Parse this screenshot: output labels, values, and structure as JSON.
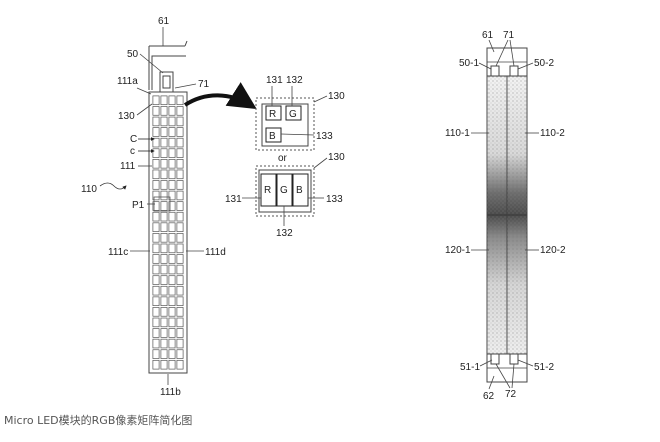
{
  "caption": "Micro LED模块的RGB像素矩阵简化图",
  "left_figure": {
    "grid": {
      "rows": 26,
      "cols": 4
    },
    "labels": {
      "l61": "61",
      "l50": "50",
      "l111a": "111a",
      "l71": "71",
      "l130": "130",
      "lC": "C",
      "lc": "c",
      "l111": "111",
      "l110": "110",
      "lP1": "P1",
      "l111c": "111c",
      "l111d": "111d",
      "l111b": "111b"
    }
  },
  "detail_figure": {
    "labels": {
      "top130": "130",
      "l131": "131",
      "l132": "132",
      "l133": "133",
      "or": "or",
      "bot130": "130",
      "b131": "131",
      "b133": "133",
      "b132": "132"
    },
    "top_cells": [
      "R",
      "G",
      "B"
    ],
    "bottom_cells": [
      "R",
      "G",
      "B"
    ]
  },
  "right_figure": {
    "labels": {
      "l61": "61",
      "l71": "71",
      "l50_1": "50-1",
      "l50_2": "50-2",
      "l110_1": "110-1",
      "l110_2": "110-2",
      "l120_1": "120-1",
      "l120_2": "120-2",
      "l51_1": "51-1",
      "l51_2": "51-2",
      "l62": "62",
      "l72": "72"
    }
  }
}
